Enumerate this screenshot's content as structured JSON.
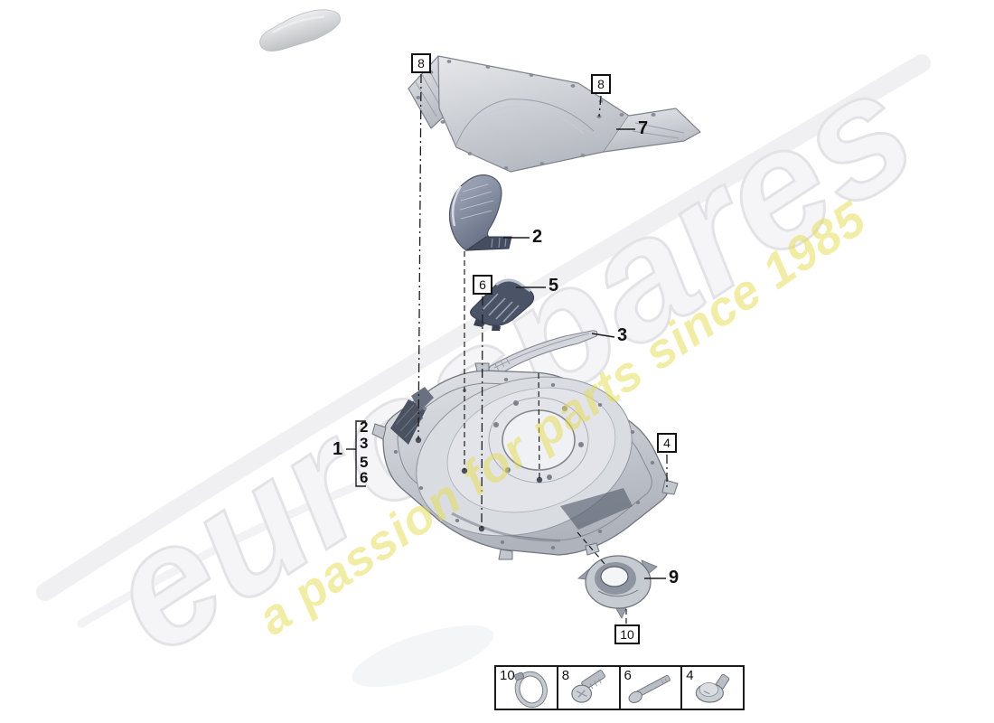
{
  "watermark": {
    "brand": "eurospares",
    "tagline": "a passion for parts since 1985",
    "brand_color": "#f5f5f8",
    "tagline_color": "#e6dc4f"
  },
  "diagram": {
    "callouts": {
      "parent": {
        "text": "1"
      },
      "bracket": [
        {
          "text": "2"
        },
        {
          "text": "3"
        },
        {
          "text": "5"
        },
        {
          "text": "6"
        }
      ],
      "plain": [
        {
          "text": "7"
        },
        {
          "text": "2"
        },
        {
          "text": "5"
        },
        {
          "text": "3"
        },
        {
          "text": "9"
        }
      ],
      "boxed": [
        {
          "text": "8"
        },
        {
          "text": "8"
        },
        {
          "text": "6"
        },
        {
          "text": "4"
        },
        {
          "text": "10"
        }
      ]
    },
    "fastener_table": {
      "cells": [
        {
          "label": "10",
          "icon": "clamp-ring-icon"
        },
        {
          "label": "8",
          "icon": "pan-head-screw-icon"
        },
        {
          "label": "6",
          "icon": "long-bolt-icon"
        },
        {
          "label": "4",
          "icon": "flange-screw-icon"
        }
      ]
    }
  }
}
